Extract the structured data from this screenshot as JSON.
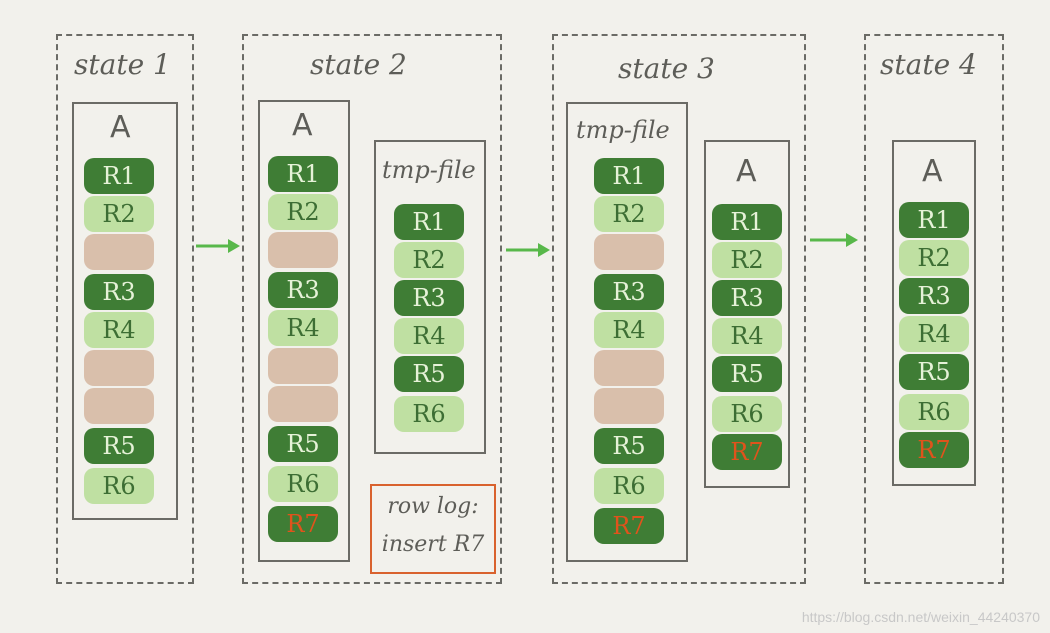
{
  "states": [
    {
      "title": "state 1"
    },
    {
      "title": "state 2"
    },
    {
      "title": "state 3"
    },
    {
      "title": "state 4"
    }
  ],
  "table_name": "A",
  "tmp_file_name": "tmp-file",
  "rows": [
    "R1",
    "R2",
    "R3",
    "R4",
    "R5",
    "R6",
    "R7"
  ],
  "row_log": {
    "line1": "row log:",
    "line2": "insert R7"
  },
  "watermark": "https://blog.csdn.net/weixin_44240370",
  "colors": {
    "committed_row": "#3f7d35",
    "light_row": "#bfe0a2",
    "empty_slot": "#d9bfab",
    "new_row_text": "#e0531c",
    "arrow": "#58b84a",
    "row_log_border": "#d9622e"
  }
}
